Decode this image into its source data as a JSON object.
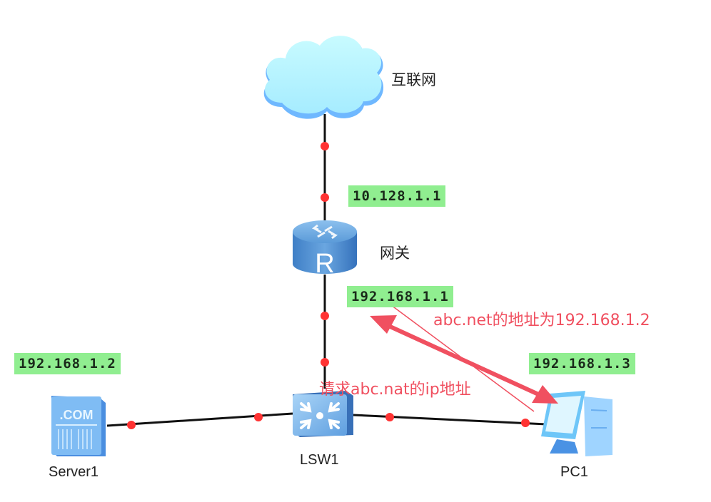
{
  "diagram": {
    "nodes": {
      "internet": {
        "label": "互联网",
        "type": "cloud"
      },
      "gateway": {
        "label": "网关",
        "type": "router",
        "ip_wan": "10.128.1.1",
        "ip_lan": "192.168.1.1"
      },
      "switch": {
        "label": "LSW1",
        "type": "switch"
      },
      "server": {
        "label": "Server1",
        "type": "server",
        "ip": "192.168.1.2",
        "badge": ".COM"
      },
      "pc": {
        "label": "PC1",
        "type": "pc",
        "ip": "192.168.1.3"
      }
    },
    "links": [
      {
        "from": "internet",
        "to": "gateway"
      },
      {
        "from": "gateway",
        "to": "switch"
      },
      {
        "from": "server",
        "to": "switch"
      },
      {
        "from": "switch",
        "to": "pc"
      }
    ],
    "annotations": {
      "request": "请求abc.nat的ip地址",
      "response": "abc.net的地址为192.168.1.2"
    },
    "colors": {
      "annotation": "#f05060",
      "port_dot": "#ff3333",
      "ip_label_bg": "#90ee90",
      "link": "#111111"
    }
  }
}
